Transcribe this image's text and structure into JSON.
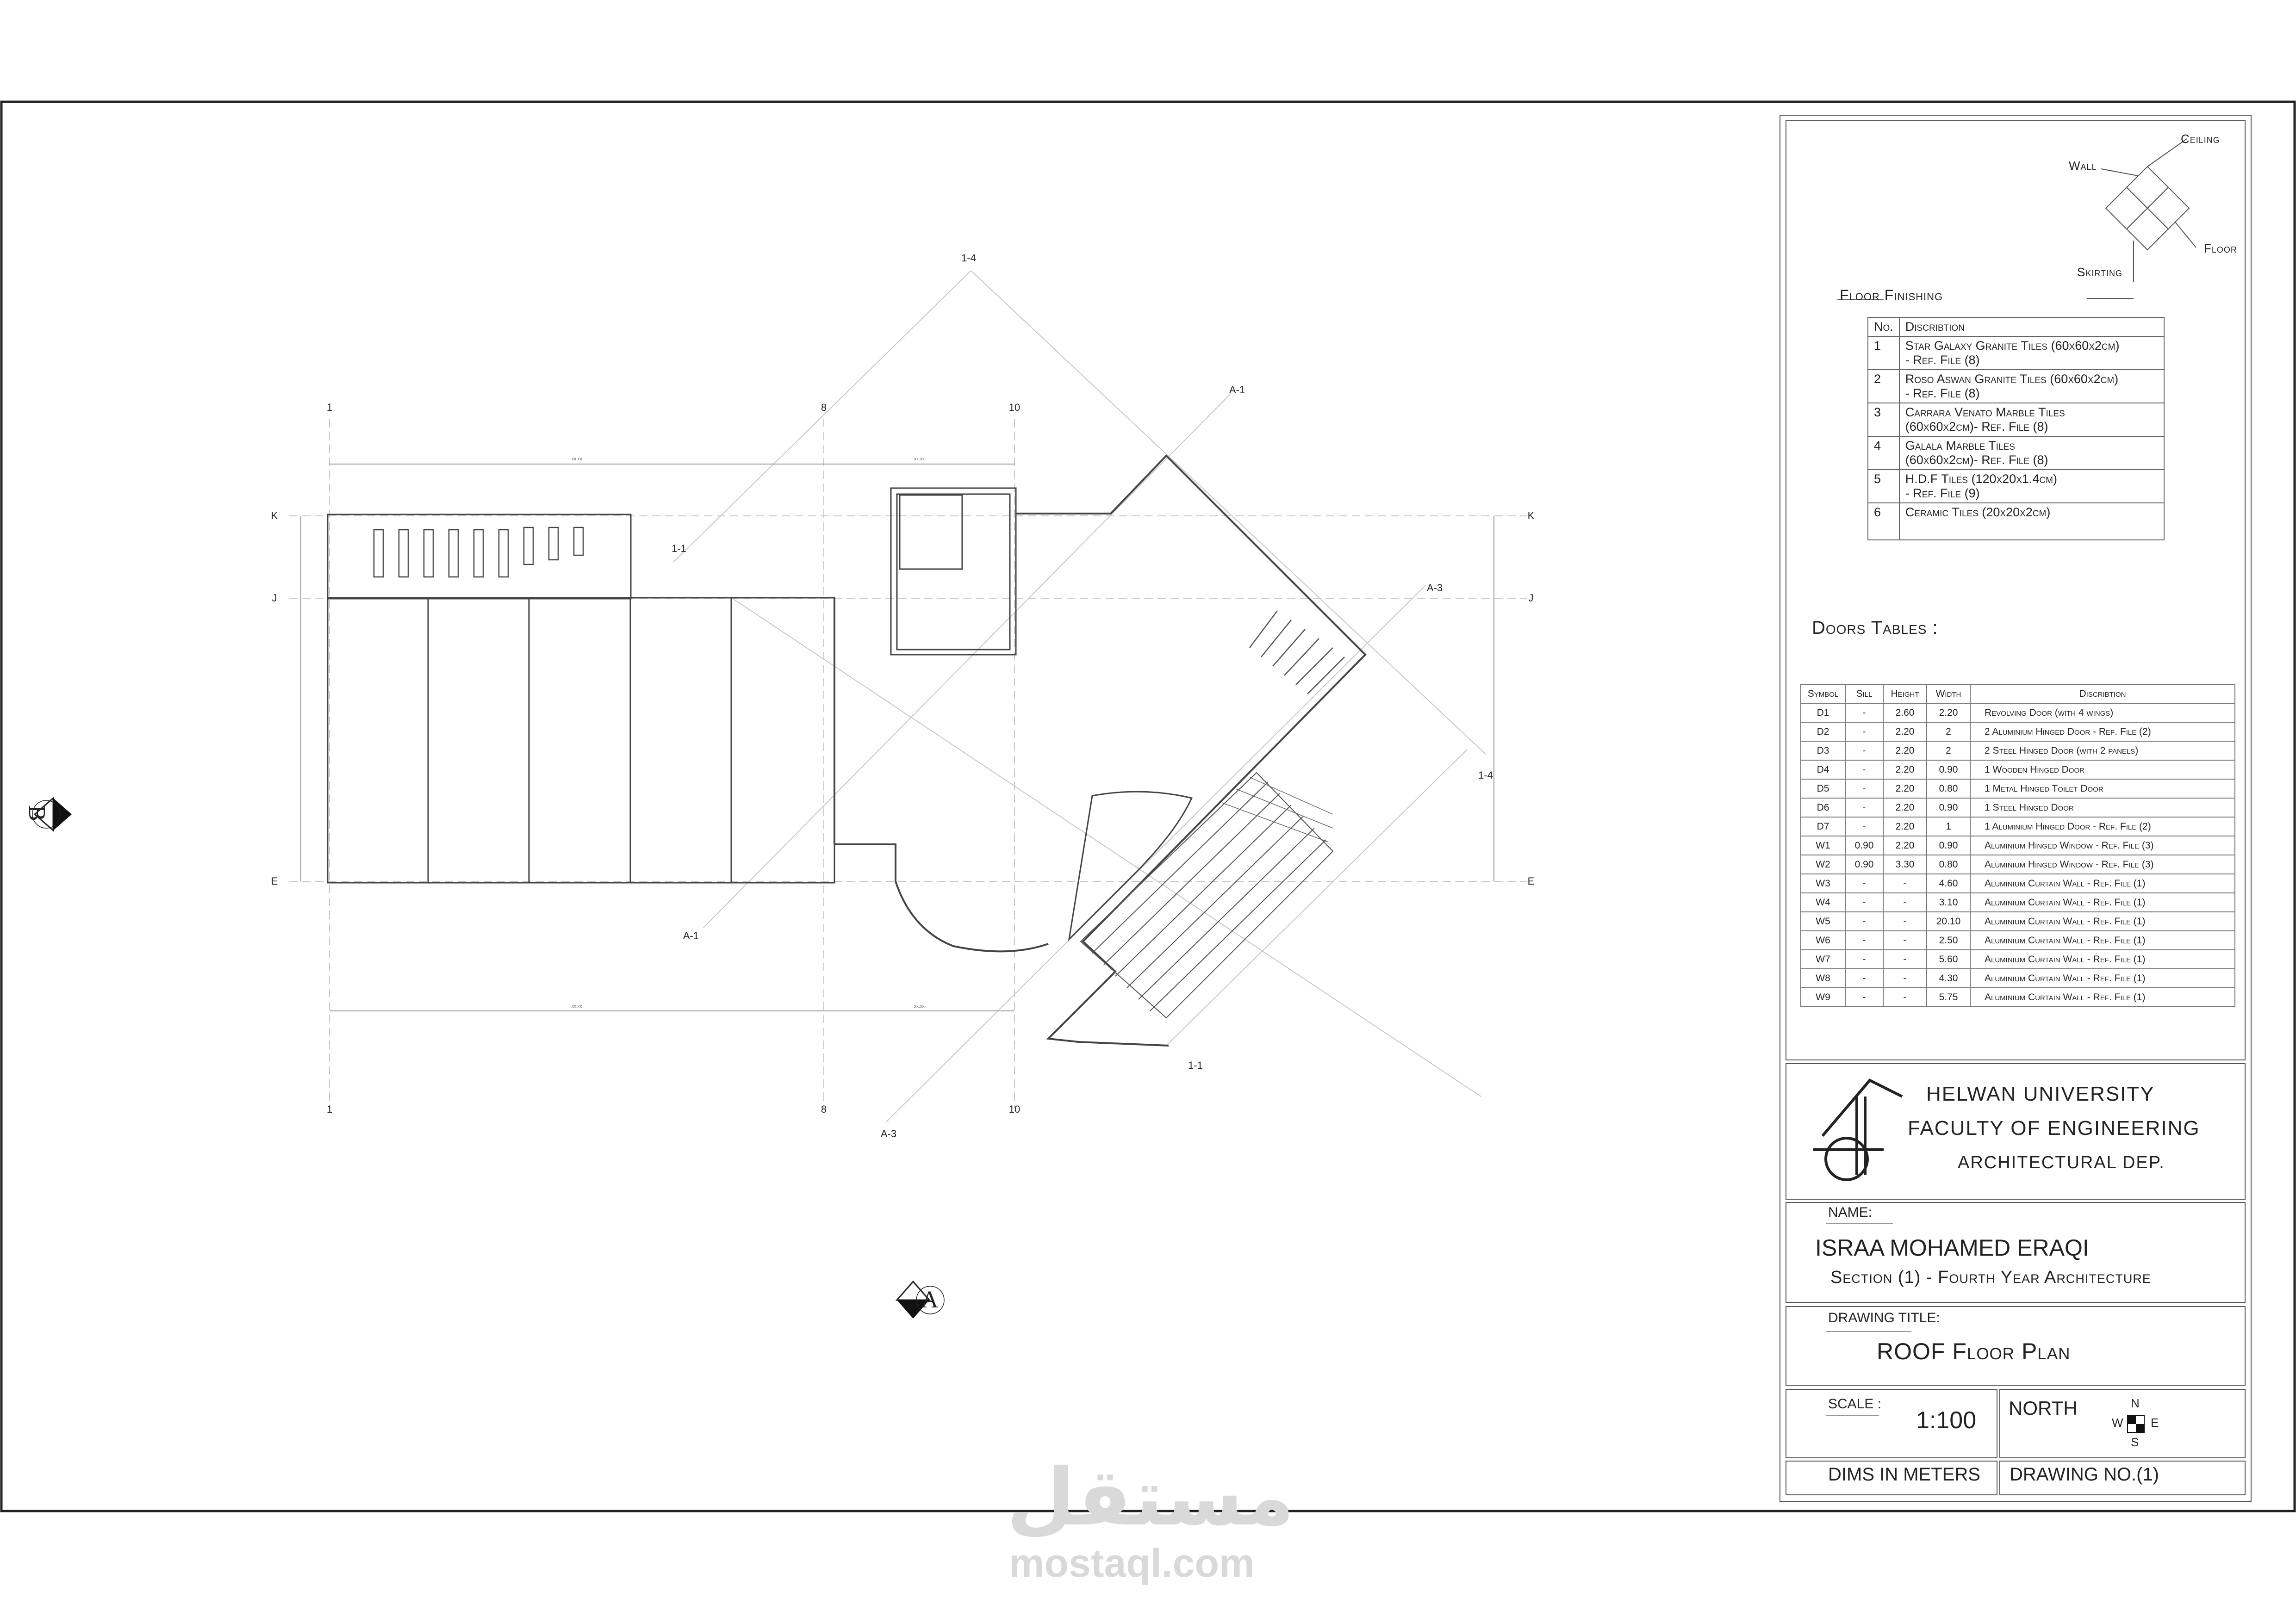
{
  "legend": {
    "ceiling": "Ceiling",
    "wall": "Wall",
    "floor": "Floor",
    "skirting": "Skirting"
  },
  "floor_finishing": {
    "title": "Floor Finishing",
    "headers": [
      "No.",
      "Discribtion"
    ],
    "rows": [
      {
        "no": "1",
        "desc": [
          "Star Galaxy Granite Tiles (60x60x2cm)",
          "- Ref. File (8)"
        ]
      },
      {
        "no": "2",
        "desc": [
          "Roso Aswan Granite Tiles (60x60x2cm)",
          "- Ref. File (8)"
        ]
      },
      {
        "no": "3",
        "desc": [
          "Carrara Venato Marble Tiles",
          "(60x60x2cm)- Ref. File (8)"
        ]
      },
      {
        "no": "4",
        "desc": [
          "Galala Marble Tiles",
          "(60x60x2cm)- Ref. File (8)"
        ]
      },
      {
        "no": "5",
        "desc": [
          "H.D.F Tiles (120x20x1.4cm)",
          "- Ref. File (9)"
        ]
      },
      {
        "no": "6",
        "desc": [
          "Ceramic Tiles (20x20x2cm)"
        ]
      }
    ]
  },
  "doors_table": {
    "title": "Doors Tables :",
    "headers": [
      "Symbol",
      "Sill",
      "Height",
      "Width",
      "Discribtion"
    ],
    "rows": [
      [
        "D1",
        "-",
        "2.60",
        "2.20",
        "Revolving Door  (with 4 wings)"
      ],
      [
        "D2",
        "-",
        "2.20",
        "2",
        "2 Aluminium Hinged Door - Ref. File (2)"
      ],
      [
        "D3",
        "-",
        "2.20",
        "2",
        "2 Steel Hinged Door (with 2 panels)"
      ],
      [
        "D4",
        "-",
        "2.20",
        "0.90",
        "1 Wooden Hinged Door"
      ],
      [
        "D5",
        "-",
        "2.20",
        "0.80",
        "1 Metal Hinged Toilet Door"
      ],
      [
        "D6",
        "-",
        "2.20",
        "0.90",
        "1 Steel Hinged Door"
      ],
      [
        "D7",
        "-",
        "2.20",
        "1",
        "1 Aluminium Hinged Door - Ref. File (2)"
      ],
      [
        "W1",
        "0.90",
        "2.20",
        "0.90",
        "Aluminium Hinged Window - Ref. File (3)"
      ],
      [
        "W2",
        "0.90",
        "3.30",
        "0.80",
        "Aluminium Hinged Window - Ref. File (3)"
      ],
      [
        "W3",
        "-",
        "-",
        "4.60",
        "Aluminium Curtain Wall - Ref. File (1)"
      ],
      [
        "W4",
        "-",
        "-",
        "3.10",
        "Aluminium Curtain Wall - Ref. File (1)"
      ],
      [
        "W5",
        "-",
        "-",
        "20.10",
        "Aluminium Curtain Wall - Ref. File (1)"
      ],
      [
        "W6",
        "-",
        "-",
        "2.50",
        "Aluminium Curtain Wall - Ref. File (1)"
      ],
      [
        "W7",
        "-",
        "-",
        "5.60",
        "Aluminium Curtain Wall - Ref. File (1)"
      ],
      [
        "W8",
        "-",
        "-",
        "4.30",
        "Aluminium Curtain Wall - Ref. File (1)"
      ],
      [
        "W9",
        "-",
        "-",
        "5.75",
        "Aluminium Curtain Wall - Ref. File (1)"
      ]
    ]
  },
  "university": {
    "line1": "HELWAN  UNIVERSITY",
    "line2": "FACULTY OF ENGINEERING",
    "line3": "ARCHITECTURAL DEP."
  },
  "student": {
    "name_label": "NAME:",
    "name": "ISRAA MOHAMED ERAQI",
    "section": "Section (1) - Fourth Year Architecture"
  },
  "drawing": {
    "title_label": "DRAWING TITLE:",
    "title": "ROOF Floor Plan"
  },
  "scale": {
    "label": "SCALE :",
    "value": "1:100"
  },
  "north": {
    "label": "NORTH",
    "n": "N",
    "s": "S",
    "e": "E",
    "w": "W"
  },
  "dims": "DIMS IN METERS",
  "drawing_no": "DRAWING NO.(1)",
  "plan_labels": {
    "grid_top": [
      "1",
      "8",
      "10"
    ],
    "grid_bottom": [
      "1",
      "8",
      "10"
    ],
    "grid_left": [
      "K",
      "J",
      "E"
    ],
    "grid_right": [
      "K",
      "J",
      "E"
    ],
    "diag": {
      "a1_top": "A-1",
      "a1_bottom": "A-1",
      "a3_right": "A-3",
      "a3_bottom": "A-3",
      "one_four_top": "1-4",
      "one_four_right": "1-4",
      "one_one_left": "1-1",
      "one_one_bottom": "1-1"
    },
    "section_a": "A",
    "section_b": "B"
  },
  "watermark": {
    "arabic": "مستقل",
    "latin": "mostaql.com"
  }
}
